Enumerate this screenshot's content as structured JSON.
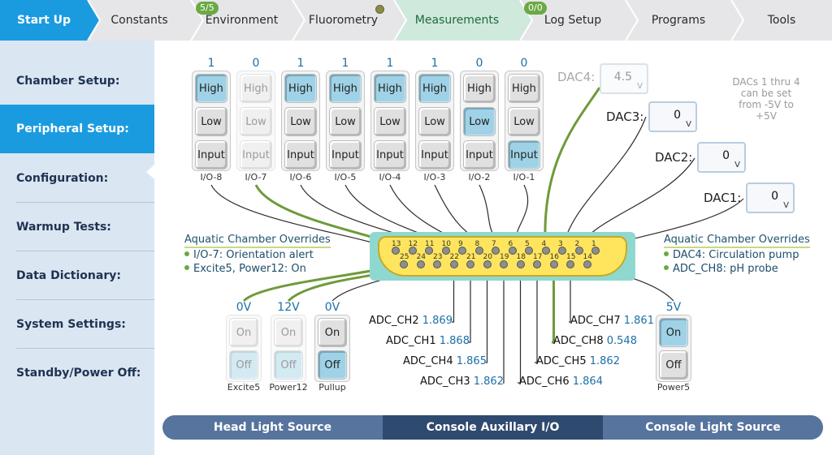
{
  "tabs": [
    {
      "label": "Start Up",
      "state": "active"
    },
    {
      "label": "Constants",
      "state": "normal"
    },
    {
      "label": "Environment",
      "state": "normal",
      "badge": "5/5"
    },
    {
      "label": "Fluorometry",
      "state": "normal",
      "indicator": "status-dot"
    },
    {
      "label": "Measurements",
      "state": "current"
    },
    {
      "label": "Log Setup",
      "state": "normal",
      "badge": "0/0"
    },
    {
      "label": "Programs",
      "state": "normal"
    },
    {
      "label": "Tools",
      "state": "normal"
    }
  ],
  "sidebar": {
    "items": [
      {
        "label": "Chamber Setup:"
      },
      {
        "label": "Peripheral Setup:",
        "active": true
      },
      {
        "label": "Configuration:"
      },
      {
        "label": "Warmup Tests:"
      },
      {
        "label": "Data Dictionary:"
      },
      {
        "label": "System Settings:"
      },
      {
        "label": "Standby/Power Off:"
      }
    ]
  },
  "io": {
    "button_labels": {
      "high": "High",
      "low": "Low",
      "input": "Input"
    },
    "channels": [
      {
        "name": "I/O-8",
        "value": "1",
        "selected": [
          "high"
        ],
        "disabled": false
      },
      {
        "name": "I/O-7",
        "value": "0",
        "selected": [],
        "disabled": true
      },
      {
        "name": "I/O-6",
        "value": "1",
        "selected": [
          "high"
        ],
        "disabled": false
      },
      {
        "name": "I/O-5",
        "value": "1",
        "selected": [
          "high"
        ],
        "disabled": false
      },
      {
        "name": "I/O-4",
        "value": "1",
        "selected": [
          "high"
        ],
        "disabled": false
      },
      {
        "name": "I/O-3",
        "value": "1",
        "selected": [
          "high"
        ],
        "disabled": false
      },
      {
        "name": "I/O-2",
        "value": "0",
        "selected": [
          "low"
        ],
        "disabled": false
      },
      {
        "name": "I/O-1",
        "value": "0",
        "selected": [
          "input"
        ],
        "disabled": false
      }
    ]
  },
  "dacs": [
    {
      "label": "DAC4:",
      "value": "4.5",
      "unit": "V",
      "disabled": true
    },
    {
      "label": "DAC3:",
      "value": "0",
      "unit": "V",
      "disabled": false
    },
    {
      "label": "DAC2:",
      "value": "0",
      "unit": "V",
      "disabled": false
    },
    {
      "label": "DAC1:",
      "value": "0",
      "unit": "V",
      "disabled": false
    }
  ],
  "dac_note": "DACs 1 thru 4 can be set from -5V to +5V",
  "overrides_left": {
    "title": "Aquatic Chamber Overrides",
    "items": [
      "I/O-7: Orientation alert",
      "Excite5, Power12: On"
    ]
  },
  "overrides_right": {
    "title": "Aquatic Chamber Overrides",
    "items": [
      "DAC4: Circulation pump",
      "ADC_CH8: pH probe"
    ]
  },
  "connector": {
    "top_pins": [
      "13",
      "12",
      "11",
      "10",
      "9",
      "8",
      "7",
      "6",
      "5",
      "4",
      "3",
      "2",
      "1"
    ],
    "bottom_pins": [
      "25",
      "24",
      "23",
      "22",
      "21",
      "20",
      "19",
      "18",
      "17",
      "16",
      "15",
      "14"
    ]
  },
  "power": {
    "on_label": "On",
    "off_label": "Off",
    "outputs": [
      {
        "name": "Excite5",
        "value": "0V",
        "selected": "off",
        "disabled": true
      },
      {
        "name": "Power12",
        "value": "12V",
        "selected": "off",
        "disabled": true
      },
      {
        "name": "Pullup",
        "value": "0V",
        "selected": "off",
        "disabled": false
      },
      {
        "name": "Power5",
        "value": "5V",
        "selected": "on",
        "disabled": false
      }
    ]
  },
  "adc": [
    {
      "label": "ADC_CH2",
      "value": "1.869"
    },
    {
      "label": "ADC_CH1",
      "value": "1.868"
    },
    {
      "label": "ADC_CH4",
      "value": "1.865"
    },
    {
      "label": "ADC_CH3",
      "value": "1.862"
    },
    {
      "label": "ADC_CH7",
      "value": "1.861"
    },
    {
      "label": "ADC_CH8",
      "value": "0.548"
    },
    {
      "label": "ADC_CH5",
      "value": "1.862"
    },
    {
      "label": "ADC_CH6",
      "value": "1.864"
    }
  ],
  "bottom_tabs": [
    {
      "label": "Head Light Source",
      "active": false
    },
    {
      "label": "Console Auxillary I/O",
      "active": true
    },
    {
      "label": "Console Light Source",
      "active": false
    }
  ],
  "colors": {
    "accent": "#1a9be0",
    "selected_button": "#9fd2e6",
    "override_wire": "#6f9a3a",
    "connector_shell": "#ffe55e",
    "connector_bg": "#8fd8d0"
  }
}
